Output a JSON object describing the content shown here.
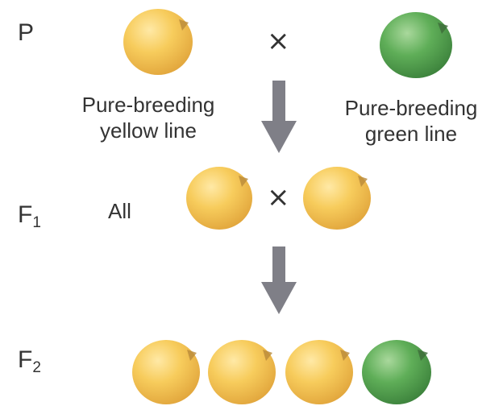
{
  "generations": {
    "p": {
      "label": "P"
    },
    "f1": {
      "letter": "F",
      "sub": "1"
    },
    "f2": {
      "letter": "F",
      "sub": "2"
    }
  },
  "parents": {
    "yellow_label_line1": "Pure-breeding",
    "yellow_label_line2": "yellow line",
    "green_label_line1": "Pure-breeding",
    "green_label_line2": "green line",
    "cross_symbol": "×"
  },
  "f1_row": {
    "all_label": "All",
    "cross_symbol": "×"
  },
  "f2_row": {
    "peas": [
      "yellow",
      "yellow",
      "yellow",
      "green"
    ]
  },
  "colors": {
    "yellow_pea": "#f2c24e",
    "green_pea": "#4f9a4c",
    "arrow": "#7f7f87",
    "text": "#333333"
  }
}
